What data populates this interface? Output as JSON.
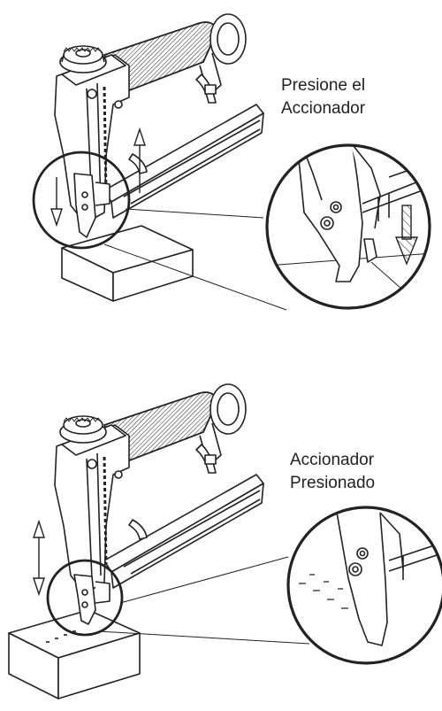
{
  "panels": [
    {
      "caption": {
        "line1": "Presione el",
        "line2": "Accionador"
      }
    },
    {
      "caption": {
        "line1": "Accionador",
        "line2": "Presionado"
      }
    }
  ]
}
